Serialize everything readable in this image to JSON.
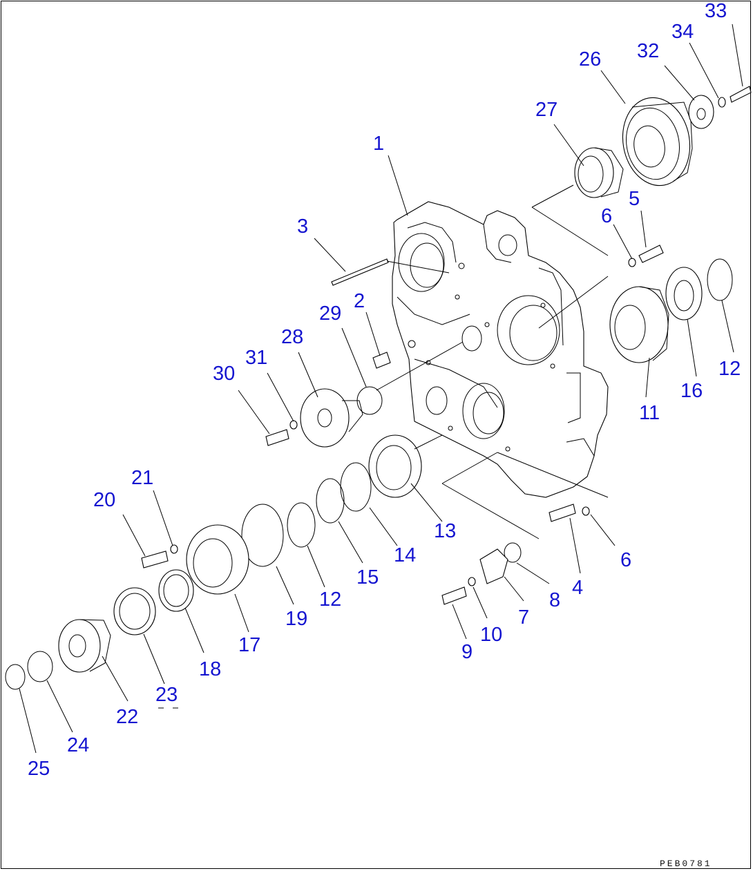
{
  "diagram": {
    "document_code": "PEB0781",
    "callouts": [
      {
        "id": "1",
        "label": "1"
      },
      {
        "id": "2",
        "label": "2"
      },
      {
        "id": "3",
        "label": "3"
      },
      {
        "id": "4",
        "label": "4"
      },
      {
        "id": "5",
        "label": "5"
      },
      {
        "id": "6a",
        "label": "6"
      },
      {
        "id": "6b",
        "label": "6"
      },
      {
        "id": "7",
        "label": "7"
      },
      {
        "id": "8",
        "label": "8"
      },
      {
        "id": "9",
        "label": "9"
      },
      {
        "id": "10",
        "label": "10"
      },
      {
        "id": "11",
        "label": "11"
      },
      {
        "id": "12a",
        "label": "12"
      },
      {
        "id": "12b",
        "label": "12"
      },
      {
        "id": "13",
        "label": "13"
      },
      {
        "id": "14",
        "label": "14"
      },
      {
        "id": "15",
        "label": "15"
      },
      {
        "id": "16",
        "label": "16"
      },
      {
        "id": "17",
        "label": "17"
      },
      {
        "id": "18",
        "label": "18"
      },
      {
        "id": "19",
        "label": "19"
      },
      {
        "id": "20",
        "label": "20"
      },
      {
        "id": "21",
        "label": "21"
      },
      {
        "id": "22",
        "label": "22"
      },
      {
        "id": "23",
        "label": "23"
      },
      {
        "id": "24",
        "label": "24"
      },
      {
        "id": "25",
        "label": "25"
      },
      {
        "id": "26",
        "label": "26"
      },
      {
        "id": "27",
        "label": "27"
      },
      {
        "id": "28",
        "label": "28"
      },
      {
        "id": "29",
        "label": "29"
      },
      {
        "id": "30",
        "label": "30"
      },
      {
        "id": "31",
        "label": "31"
      },
      {
        "id": "32",
        "label": "32"
      },
      {
        "id": "33",
        "label": "33"
      },
      {
        "id": "34",
        "label": "34"
      }
    ]
  }
}
